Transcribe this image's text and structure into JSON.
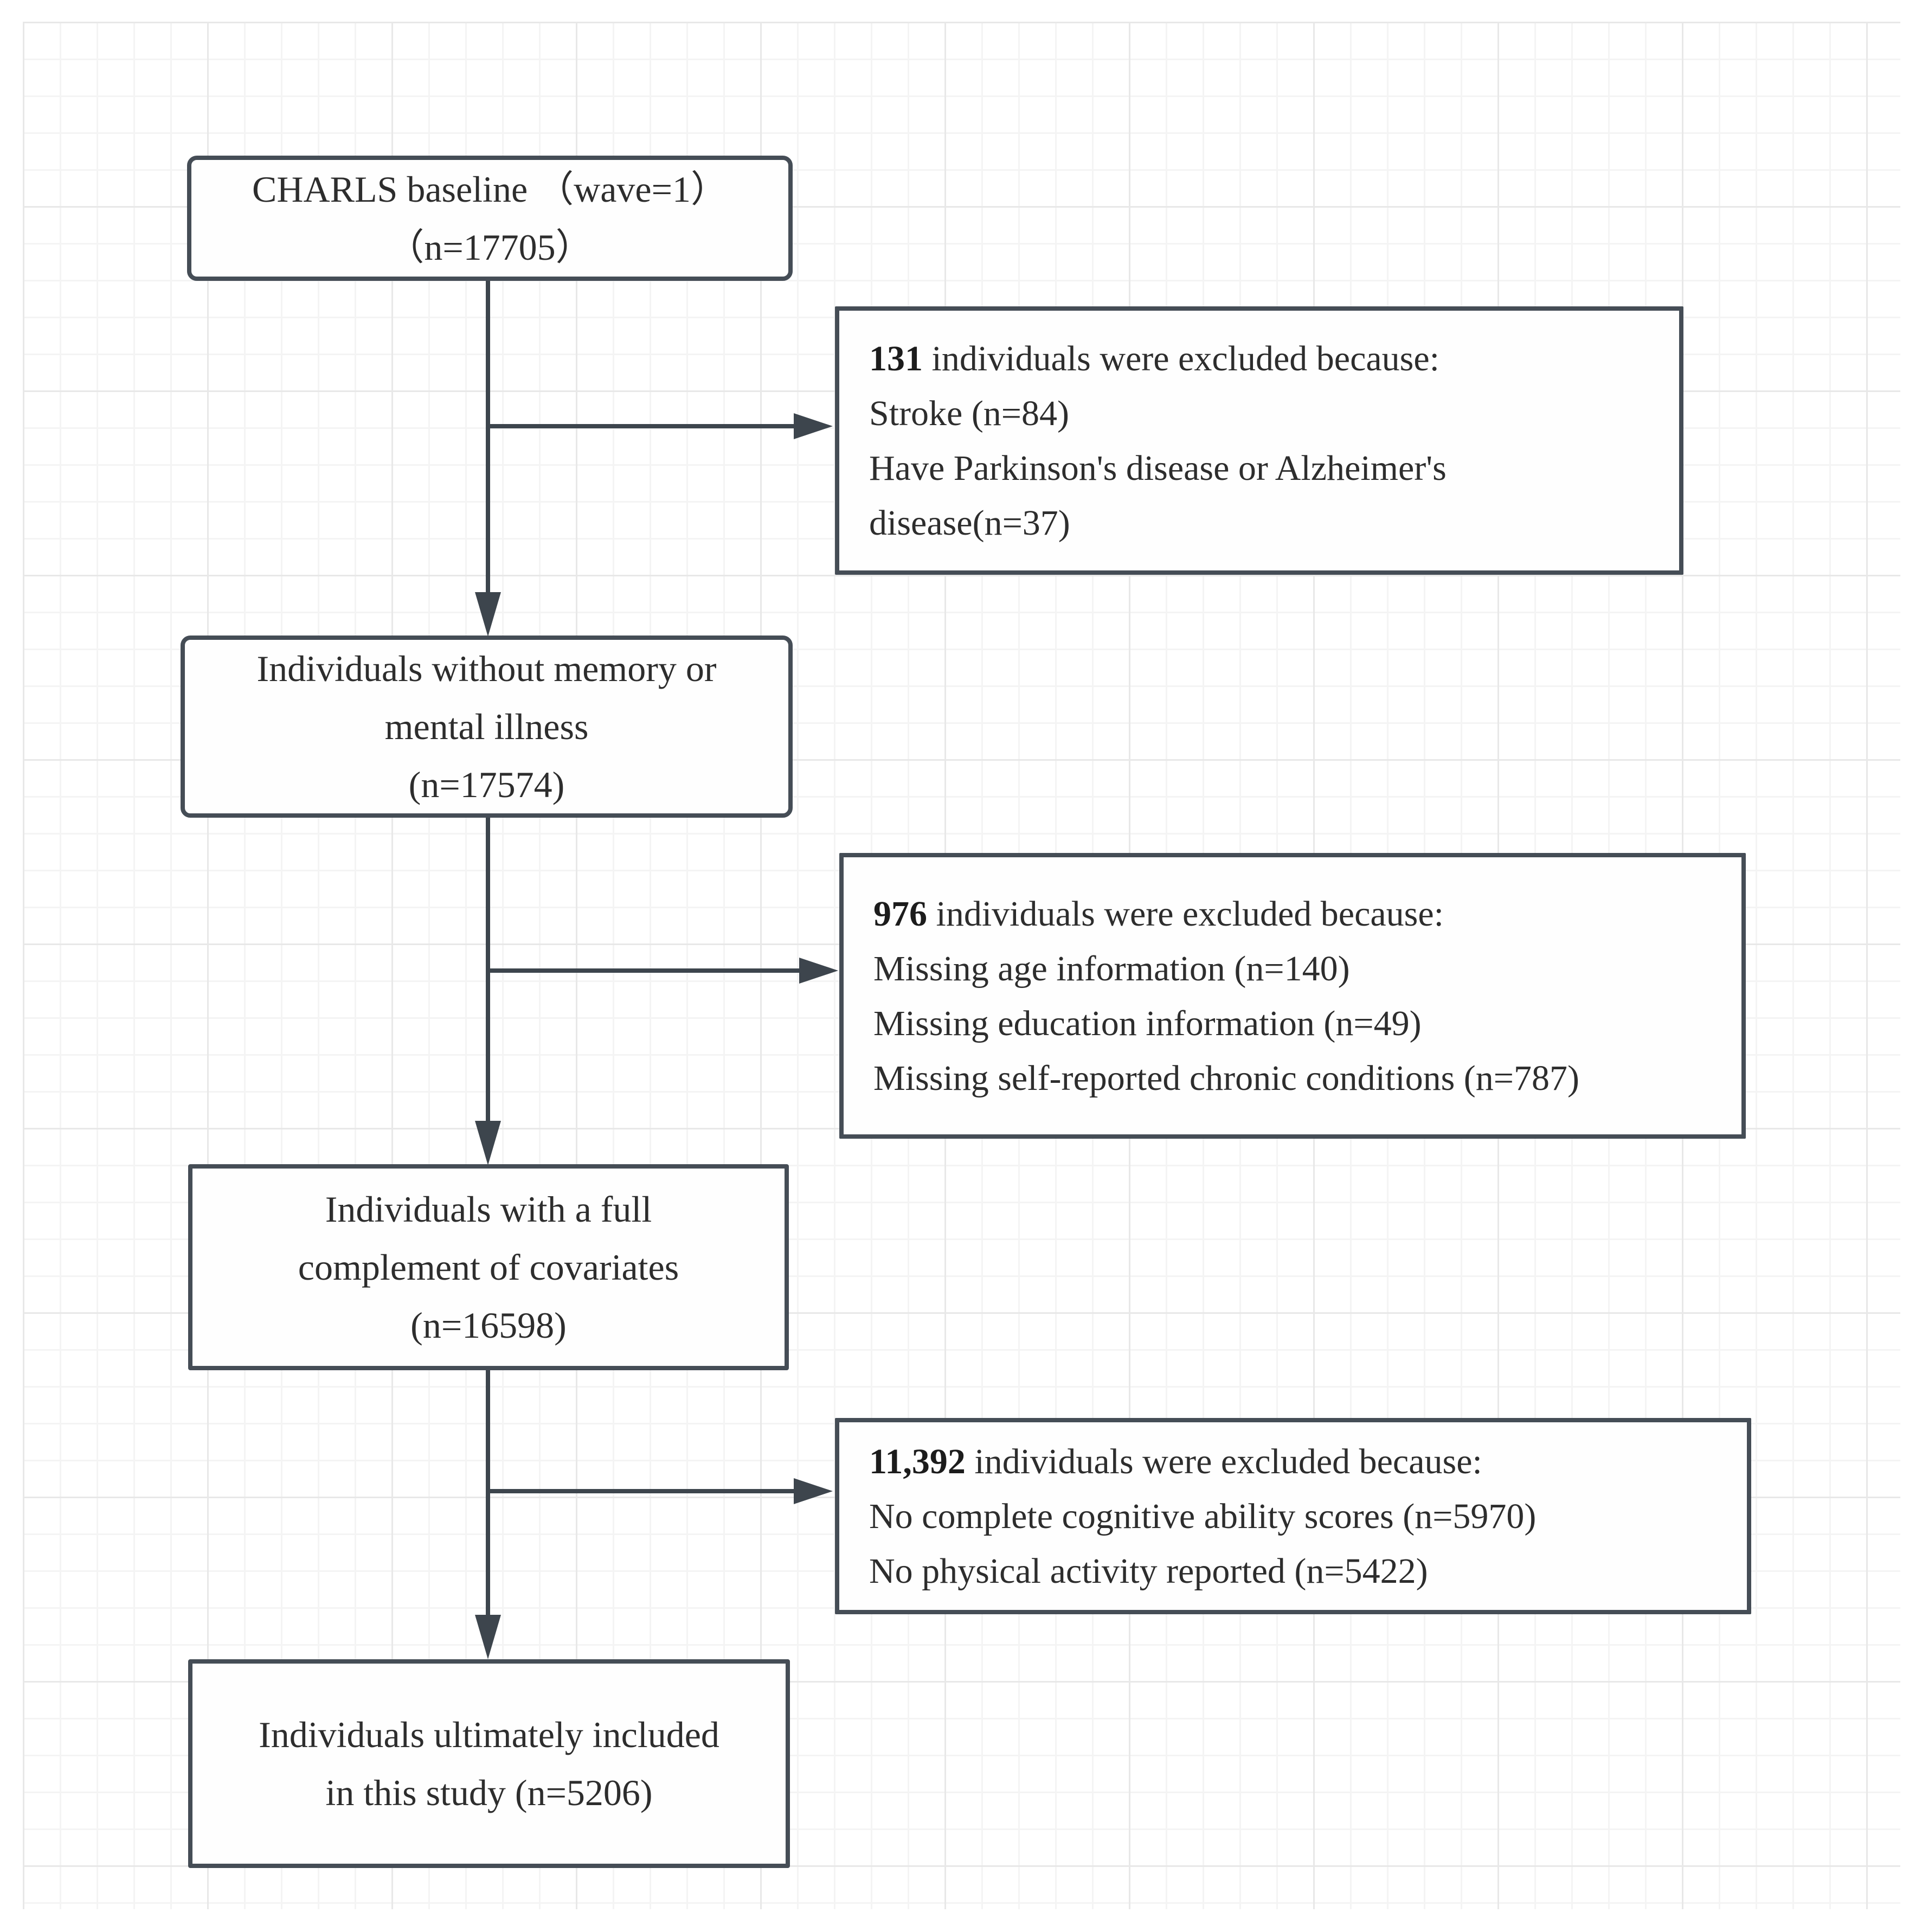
{
  "colors": {
    "border": "#454d56",
    "arrow": "#3d454d",
    "text": "#2d2d2d",
    "grid_minor": "#f4f4f4",
    "grid_major": "#e8e8e8",
    "box_background": "#fefefe"
  },
  "flow": {
    "step1": {
      "lines": [
        "CHARLS baseline （wave=1）",
        "（n=17705）"
      ]
    },
    "excl1": {
      "count": "131",
      "head": " individuals were excluded because:",
      "items": [
        "Stroke (n=84)",
        "Have Parkinson's disease or Alzheimer's",
        "disease(n=37)"
      ]
    },
    "step2": {
      "lines": [
        "Individuals without memory or",
        "mental illness",
        "(n=17574)"
      ]
    },
    "excl2": {
      "count": "976",
      "head": " individuals were excluded because:",
      "items": [
        "Missing age information (n=140)",
        "Missing education information (n=49)",
        "Missing self-reported chronic conditions (n=787)"
      ]
    },
    "step3": {
      "lines": [
        "Individuals with a full",
        "complement of covariates",
        "(n=16598)"
      ]
    },
    "excl3": {
      "count": "11,392",
      "head": " individuals were excluded because:",
      "items": [
        "No complete cognitive ability scores (n=5970)",
        "No physical activity reported (n=5422)"
      ]
    },
    "step4": {
      "lines": [
        "Individuals ultimately included",
        "in this study (n=5206)"
      ]
    }
  }
}
